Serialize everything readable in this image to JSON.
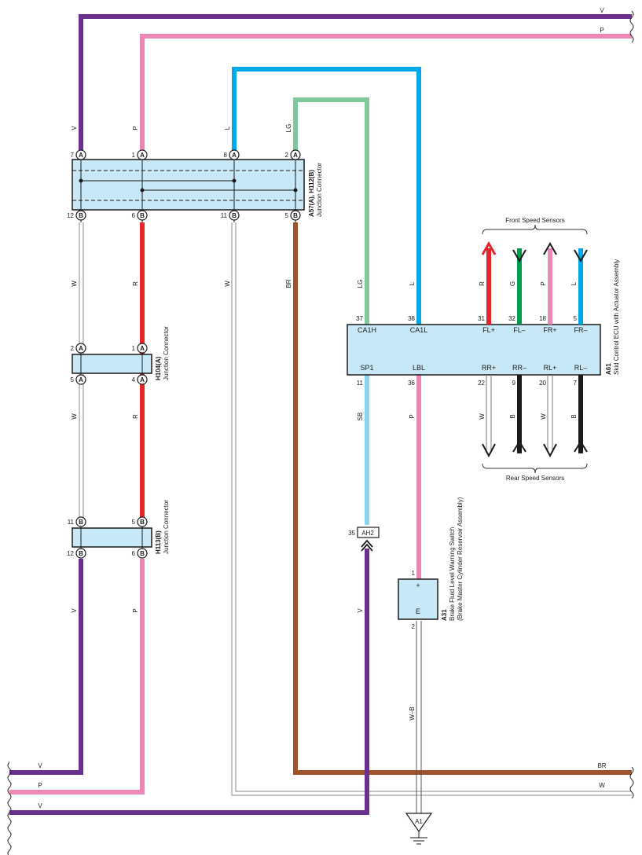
{
  "colors": {
    "violet": "#6a2f8f",
    "pink": "#ef86b8",
    "lightblue": "#00a8e8",
    "lightgreen": "#7fc99a",
    "red": "#e52528",
    "brown": "#a0522d",
    "green": "#009a4e",
    "black": "#1a1a1a",
    "skyblue": "#8ad4f0",
    "box_fill": "#c7e8f7"
  },
  "wires": {
    "V": "V",
    "P": "P",
    "L": "L",
    "LG": "LG",
    "W": "W",
    "R": "R",
    "BR": "BR",
    "SB": "SB",
    "G": "G",
    "B": "B",
    "WB": "W–B"
  },
  "letters": {
    "A": "A",
    "B": "B"
  },
  "pins": {
    "p7": "7",
    "p1": "1",
    "p8": "8",
    "p2": "2",
    "p12": "12",
    "p6": "6",
    "p11": "11",
    "p5": "5",
    "p4": "4",
    "p37": "37",
    "p38": "38",
    "p31": "31",
    "p32": "32",
    "p18": "18",
    "p36": "36",
    "p22": "22",
    "p9": "9",
    "p20": "20",
    "p35": "35"
  },
  "components": {
    "a57": {
      "id": "A57(A), H112(B)",
      "name": "Junction Connector"
    },
    "h104": {
      "id": "H104(A)",
      "name": "Junction Connector"
    },
    "h113": {
      "id": "H113(B)",
      "name": "Junction Connector"
    },
    "ecu": {
      "id": "A61",
      "name": "Skid Control ECU with Actuator Assembly",
      "top_terms": [
        "CA1H",
        "CA1L",
        "FL+",
        "FL–",
        "FR+",
        "FR–"
      ],
      "bottom_terms": [
        "SP1",
        "LBL",
        "RR+",
        "RR–",
        "RL+",
        "RL–"
      ]
    },
    "a31": {
      "id": "A31",
      "name": "Brake Fluid Level Warning Switch",
      "sub": "(Brake Master Cylinder Reservoir Assembly)",
      "plus": "+",
      "e": "E"
    },
    "ah2": {
      "id": "AH2"
    },
    "ground": {
      "id": "A1"
    }
  },
  "labels": {
    "front_sensors": "Front Speed Sensors",
    "rear_sensors": "Rear Speed Sensors"
  }
}
